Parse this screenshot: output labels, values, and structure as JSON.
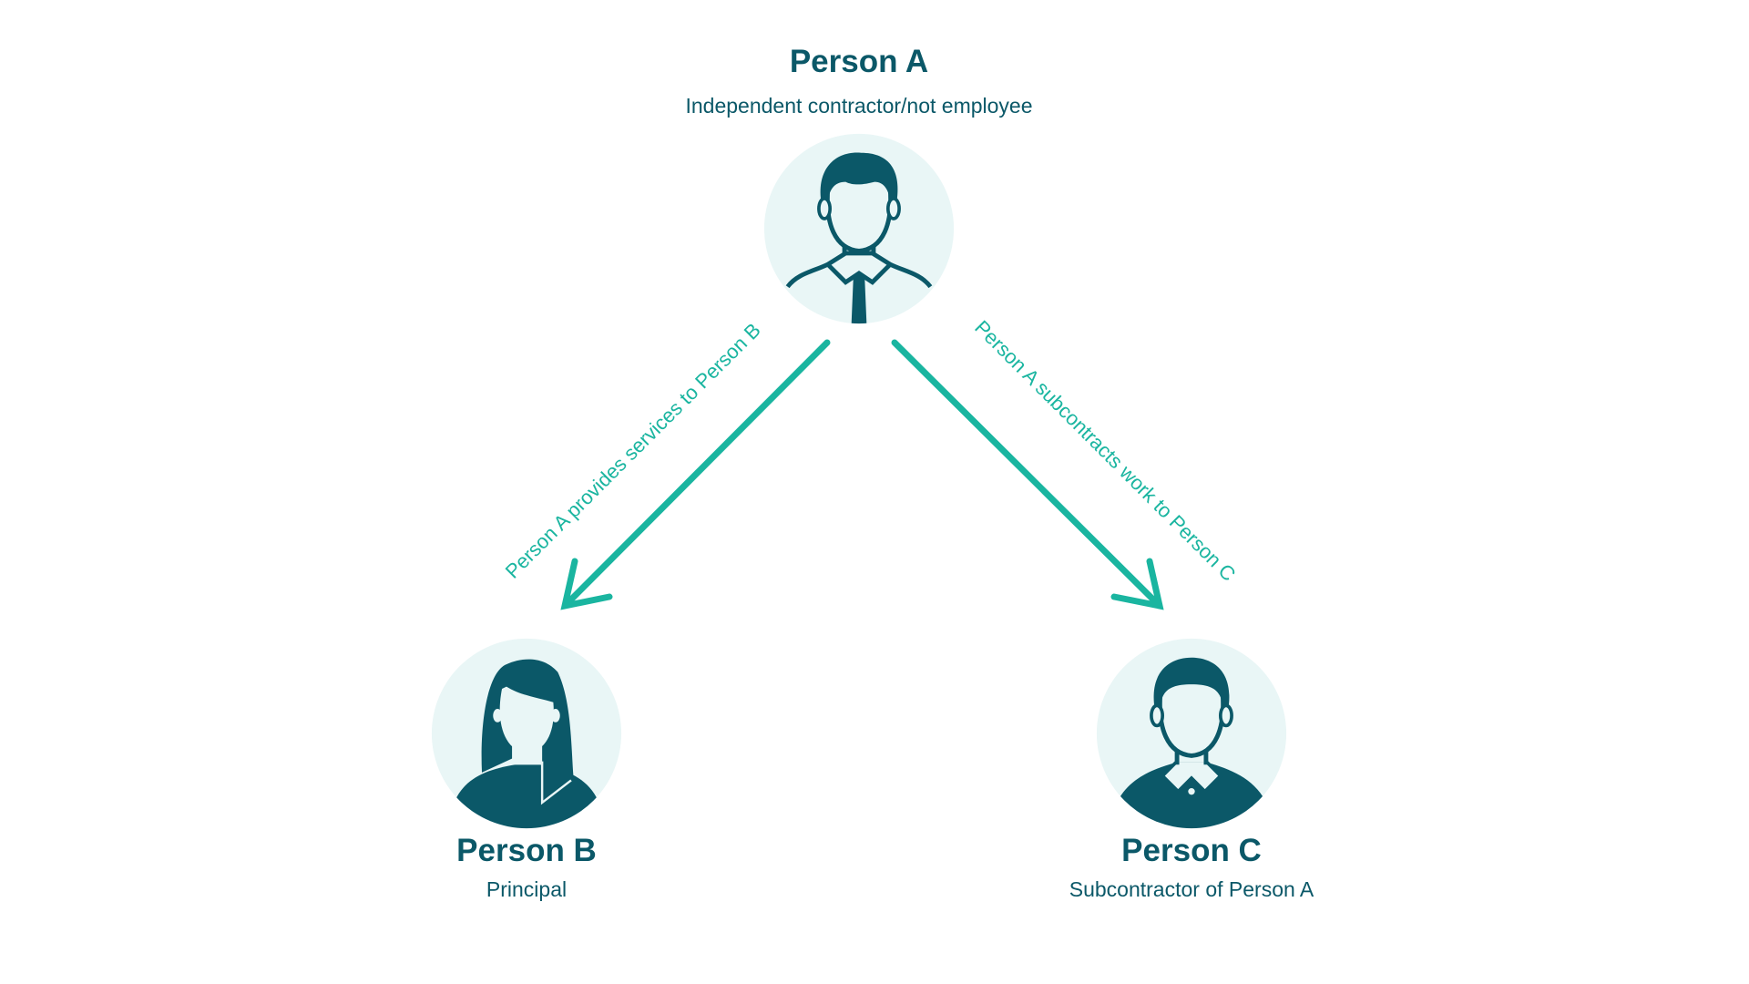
{
  "colors": {
    "dark": "#0b5868",
    "circle": "#e9f6f6",
    "arrow": "#1ab5a0"
  },
  "person_a": {
    "name": "Person A",
    "role": "Independent contractor/not employee",
    "icon": "man-with-tie-icon"
  },
  "person_b": {
    "name": "Person B",
    "role": "Principal",
    "icon": "woman-icon"
  },
  "person_c": {
    "name": "Person C",
    "role": "Subcontractor of Person A",
    "icon": "man-with-collar-icon"
  },
  "arrows": {
    "a_to_b": "Person A provides services to Person B",
    "a_to_c": "Person A subcontracts work to Person C"
  }
}
